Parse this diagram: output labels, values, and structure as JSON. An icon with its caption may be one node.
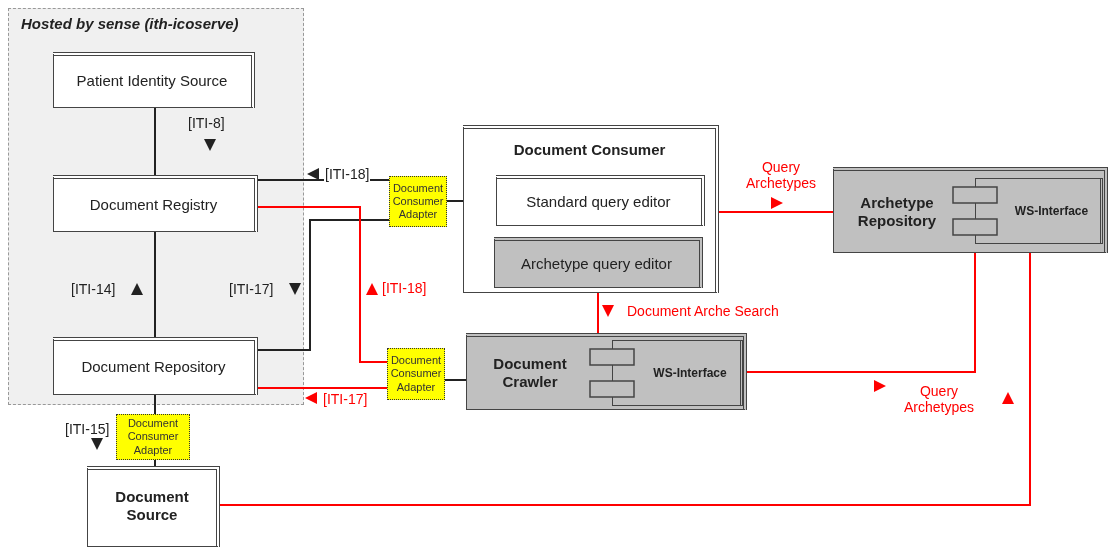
{
  "diagram": {
    "nodes": [
      {
        "text": [
          "Hosted by sense (ith-icoserve)"
        ]
      },
      {
        "text": [
          "Patient Identity Source"
        ],
        "in": 0
      },
      {
        "text": [
          "Document Registry"
        ],
        "in": 0
      },
      {
        "text": [
          "Document Repository"
        ],
        "in": 0
      },
      {
        "text": [
          "Document Consumer Adapter"
        ]
      },
      {
        "text": [
          "Document Consumer"
        ]
      },
      {
        "text": [
          "Standard query editor"
        ],
        "in": 5
      },
      {
        "text": [
          "Archetype query editor"
        ],
        "in": 5
      },
      {
        "text": [
          "Document Consumer Adapter"
        ]
      },
      {
        "text": [
          "Document Crawler"
        ]
      },
      {
        "text": [
          "WS-Interface"
        ],
        "in": 9
      },
      {
        "text": [
          "Archetype Repository"
        ]
      },
      {
        "text": [
          "WS-Interface"
        ],
        "in": 11
      },
      {
        "text": [
          "Document Consumer Adapter"
        ]
      },
      {
        "text": [
          "Document Source"
        ]
      }
    ],
    "edges": [
      {
        "from": 1,
        "to": 2,
        "arrow": "none",
        "label": "[ITI-8]"
      },
      {
        "from": 2,
        "to": 4,
        "arrow": "none",
        "label": "[ITI-18]"
      },
      {
        "from": 3,
        "to": 4,
        "arrow": "none",
        "label": "[ITI-17]"
      },
      {
        "from": 2,
        "to": 3,
        "arrow": "none",
        "label": "[ITI-14]"
      },
      {
        "from": 2,
        "to": 8,
        "arrow": "none",
        "label": "[ITI-18]",
        "color": "#ff0000"
      },
      {
        "from": 3,
        "to": 8,
        "arrow": "none",
        "label": "[ITI-17]",
        "color": "#ff0000"
      },
      {
        "from": 3,
        "to": 13,
        "arrow": "none",
        "label": "[ITI-15]"
      },
      {
        "from": 4,
        "to": 6,
        "arrow": "other"
      },
      {
        "from": 8,
        "to": 9,
        "arrow": "other"
      },
      {
        "from": 5,
        "to": 11,
        "arrow": "none",
        "label": "Query Archetypes",
        "color": "#ff0000"
      },
      {
        "from": 7,
        "to": 9,
        "arrow": "none",
        "label": "Document Arche Search",
        "color": "#ff0000"
      },
      {
        "from": 9,
        "to": 11,
        "arrow": "none",
        "label": "Query Archetypes",
        "color": "#ff0000"
      },
      {
        "from": 13,
        "to": 14,
        "arrow": "other"
      },
      {
        "from": 14,
        "to": 11,
        "arrow": "none",
        "color": "#ff0000"
      }
    ]
  }
}
